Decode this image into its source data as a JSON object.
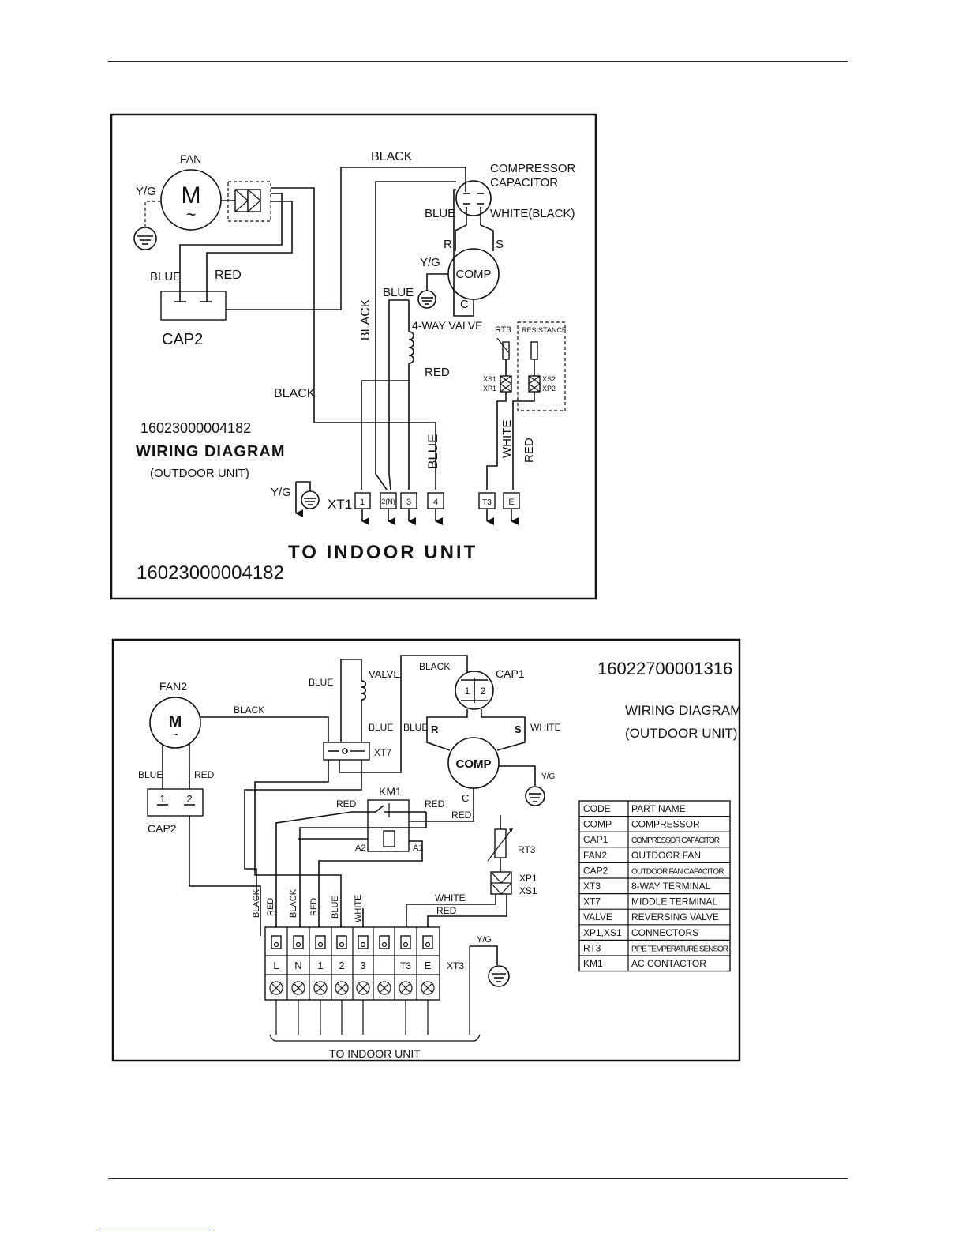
{
  "d1": {
    "fan": "FAN",
    "motor_symbol": "M",
    "motor_tilde": "~",
    "yg": "Y/G",
    "blue": "BLUE",
    "red": "RED",
    "cap2": "CAP2",
    "black_top": "BLACK",
    "comp_cap_line1": "COMPRESSOR",
    "comp_cap_line2": "CAPACITOR",
    "cap_blue": "BLUE",
    "cap_white": "WHITE(BLACK)",
    "r": "R",
    "s": "S",
    "comp_yg": "Y/G",
    "comp": "COMP",
    "c": "C",
    "black_vertical": "BLACK",
    "blue_valve": "BLUE",
    "valve": "4-WAY VALVE",
    "rt3": "RT3",
    "resistance": "RESISTANCE",
    "xs1": "XS1",
    "xp1": "XP1",
    "xs2": "XS2",
    "xp2": "XP2",
    "red_valve": "RED",
    "black_left": "BLACK",
    "white_v": "WHITE",
    "red_v": "RED",
    "blue_v": "BLUE",
    "code": "16023000004182",
    "title": "WIRING DIAGRAM",
    "subtitle": "(OUTDOOR UNIT)",
    "ground_yg": "Y/G",
    "xt1": "XT1",
    "terminals": [
      "1",
      "2(N)",
      "3",
      "4",
      "T3",
      "E"
    ],
    "to_indoor": "TO  INDOOR  UNIT",
    "code_bottom": "16023000004182"
  },
  "d2": {
    "code": "16022700001316",
    "title": "WIRING DIAGRAM",
    "subtitle": "(OUTDOOR UNIT)",
    "fan2": "FAN2",
    "motor_symbol": "M",
    "motor_tilde": "~",
    "black_fan": "BLACK",
    "blue_fan": "BLUE",
    "red_fan": "RED",
    "cap2_pin1": "1",
    "cap2_pin2": "2",
    "cap2": "CAP2",
    "valve_blue": "BLUE",
    "valve": "VALVE",
    "valve_blue2": "BLUE",
    "xt7": "XT7",
    "black_top": "BLACK",
    "cap1": "CAP1",
    "cap1_pin1": "1",
    "cap1_pin2": "2",
    "comp_blue": "BLUE",
    "comp_white": "WHITE",
    "r": "R",
    "s": "S",
    "comp": "COMP",
    "comp_yg": "Y/G",
    "c": "C",
    "km1": "KM1",
    "km_red_left": "RED",
    "km_red_right": "RED",
    "km_red_c": "RED",
    "a2": "A2",
    "a1": "A1",
    "rt3": "RT3",
    "xp1": "XP1",
    "xs1": "XS1",
    "white_h": "WHITE",
    "red_h": "RED",
    "wire_labels": [
      "BLACK",
      "RED",
      "BLACK",
      "RED",
      "BLUE",
      "WHITE"
    ],
    "ground_yg": "Y/G",
    "terminals": [
      "L",
      "N",
      "1",
      "2",
      "3",
      "",
      "T3",
      "E"
    ],
    "xt3": "XT3",
    "to_indoor": "TO INDOOR UNIT",
    "legend": {
      "headers": [
        "CODE",
        "PART NAME"
      ],
      "rows": [
        [
          "COMP",
          "COMPRESSOR"
        ],
        [
          "CAP1",
          "COMPRESSOR CAPACITOR"
        ],
        [
          "FAN2",
          "OUTDOOR FAN"
        ],
        [
          "CAP2",
          "OUTDOOR FAN CAPACITOR"
        ],
        [
          "XT3",
          "8-WAY  TERMINAL"
        ],
        [
          "XT7",
          "MIDDLE  TERMINAL"
        ],
        [
          "VALVE",
          "REVERSING VALVE"
        ],
        [
          "XP1,XS1",
          "CONNECTORS"
        ],
        [
          "RT3",
          "PIPE TEMPERATURE SENSOR"
        ],
        [
          "KM1",
          "AC CONTACTOR"
        ]
      ]
    }
  }
}
